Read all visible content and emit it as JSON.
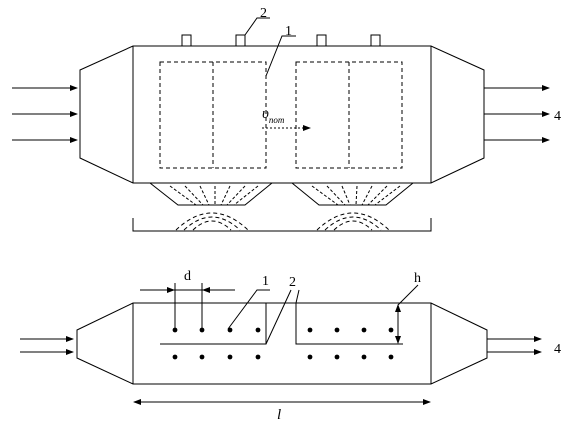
{
  "top_view": {
    "label_2": "2",
    "label_1": "1",
    "label_4": "4",
    "velocity_symbol": "υ",
    "velocity_subscript": "пот"
  },
  "bottom_view": {
    "label_d": "d",
    "label_1": "1",
    "label_2": "2",
    "label_h": "h",
    "label_4": "4",
    "label_l": "l"
  }
}
